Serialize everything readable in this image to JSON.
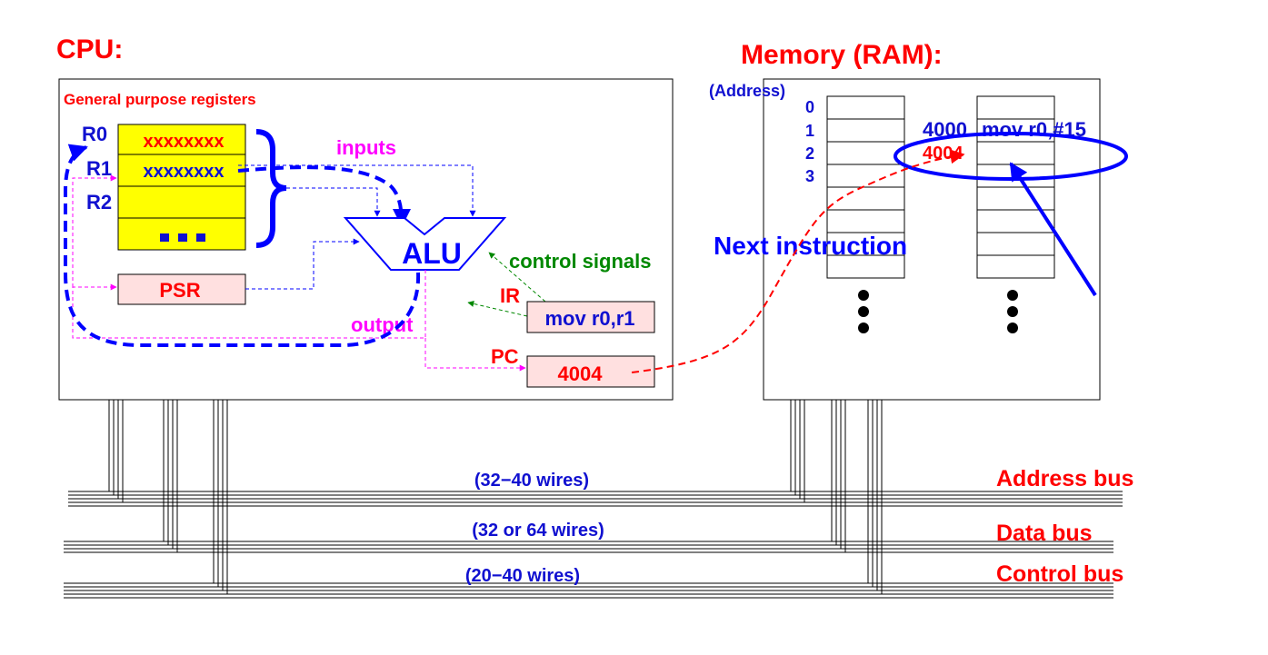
{
  "colors": {
    "red": "#ff0000",
    "blue": "#0000ff",
    "darkblue": "#1010d0",
    "magenta": "#ff00ff",
    "green": "#008800",
    "yellow": "#ffff00",
    "pink": "#ffe0e0",
    "black": "#000000"
  },
  "cpu": {
    "title": "CPU:",
    "gpr_label": "General purpose registers",
    "registers": [
      {
        "label": "R0",
        "value": "xxxxxxxx"
      },
      {
        "label": "R1",
        "value": "xxxxxxxx"
      },
      {
        "label": "R2",
        "value": ""
      }
    ],
    "more_registers": "...",
    "psr_label": "PSR",
    "inputs_label": "inputs",
    "alu_label": "ALU",
    "control_signals_label": "control signals",
    "ir_label": "IR",
    "ir_value": "mov r0,r1",
    "output_label": "output",
    "pc_label": "PC",
    "pc_value": "4004"
  },
  "memory": {
    "title": "Memory (RAM):",
    "address_label": "(Address)",
    "addresses": [
      "0",
      "1",
      "2",
      "3"
    ],
    "entry_address": "4000",
    "entry_instruction": "mov r0,#15",
    "next_address": "4004",
    "next_instruction_label": "Next instruction"
  },
  "buses": [
    {
      "name": "Address bus",
      "wires": "(32−40 wires)"
    },
    {
      "name": "Data bus",
      "wires": "(32 or 64 wires)"
    },
    {
      "name": "Control bus",
      "wires": "(20−40 wires)"
    }
  ]
}
